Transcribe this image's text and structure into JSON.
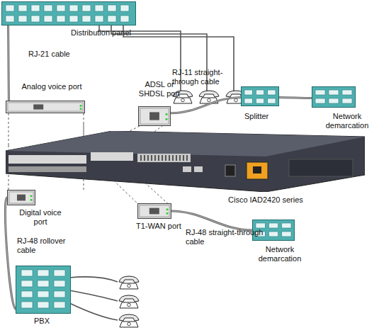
{
  "diagram": {
    "nodes": [
      {
        "text": [
          "Distribution panel"
        ]
      },
      {
        "text": [
          "Analog voice port"
        ]
      },
      {
        "text": [
          "ADSL or SHDSL port"
        ]
      },
      {
        "text": [
          "Splitter"
        ]
      },
      {
        "text": [
          "Network demarcation"
        ]
      },
      {
        "text": [
          "Cisco IAD2420 series"
        ]
      },
      {
        "text": [
          "Digital voice port"
        ]
      },
      {
        "text": [
          "T1-WAN port"
        ]
      },
      {
        "text": [
          "Network demarcation"
        ]
      },
      {
        "text": [
          "PBX"
        ]
      }
    ],
    "edges": [
      {
        "from": 0,
        "to": 1,
        "label": "RJ-21 cable",
        "arrow": "none"
      },
      {
        "from": 2,
        "to": 3,
        "label": "RJ-11 straight-through cable",
        "arrow": "none"
      },
      {
        "from": 3,
        "to": 4,
        "arrow": "none"
      },
      {
        "from": 6,
        "to": 9,
        "label": "RJ-48 rollover cable",
        "arrow": "none"
      },
      {
        "from": 7,
        "to": 8,
        "label": "RJ-48 straight-through cable",
        "arrow": "none"
      }
    ]
  }
}
